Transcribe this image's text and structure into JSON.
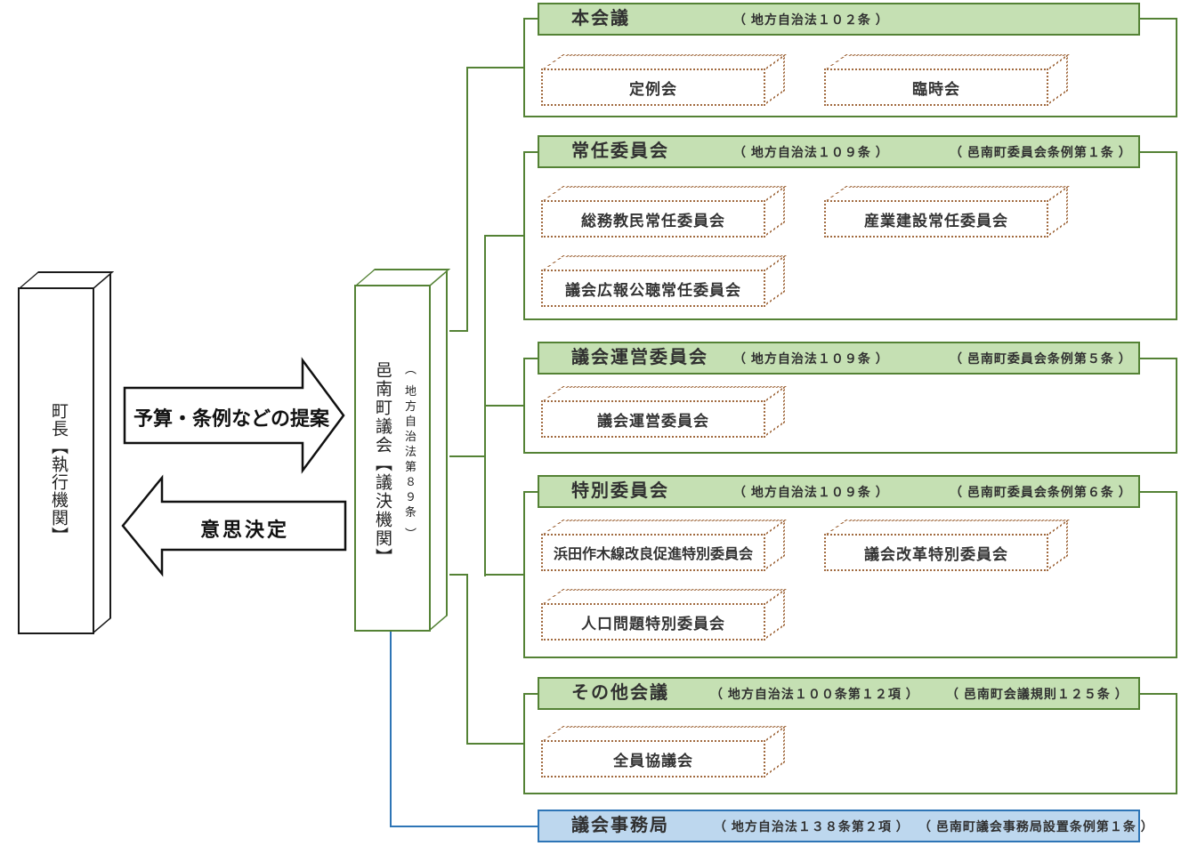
{
  "diagram": {
    "mayor_box": {
      "label": "町長【執行機関】"
    },
    "council_box": {
      "label": "邑南町議会【議決機関】",
      "law": "（ 地方自治法第８９条 ）"
    },
    "arrows": {
      "to_council": "予算・条例などの提案",
      "to_mayor": "意思決定"
    },
    "colors": {
      "green_border": "#548235",
      "green_fill": "#c5e0b3",
      "blue_border": "#2e75b6",
      "blue_fill": "#bdd7ee",
      "dotted_box_border": "#a16a3f"
    },
    "sections": [
      {
        "title": "本会議",
        "ref1": "（ 地方自治法１０２条 ）",
        "ref2": "",
        "boxes": [
          "定例会",
          "臨時会"
        ]
      },
      {
        "title": "常任委員会",
        "ref1": "（ 地方自治法１０９条 ）",
        "ref2": "（ 邑南町委員会条例第１条 ）",
        "boxes": [
          "総務教民常任委員会",
          "産業建設常任委員会",
          "議会広報公聴常任委員会"
        ]
      },
      {
        "title": "議会運営委員会",
        "ref1": "（ 地方自治法１０９条 ）",
        "ref2": "（ 邑南町委員会条例第５条 ）",
        "boxes": [
          "議会運営委員会"
        ]
      },
      {
        "title": "特別委員会",
        "ref1": "（ 地方自治法１０９条 ）",
        "ref2": "（ 邑南町委員会条例第６条 ）",
        "boxes": [
          "浜田作木線改良促進特別委員会",
          "議会改革特別委員会",
          "人口問題特別委員会"
        ]
      },
      {
        "title": "その他会議",
        "ref1": "（ 地方自治法１００条第１２項 ）",
        "ref2": "（ 邑南町会議規則１２５条 ）",
        "boxes": [
          "全員協議会"
        ]
      },
      {
        "title": "議会事務局",
        "ref1": "（ 地方自治法１３８条第２項 ）",
        "ref2": "（ 邑南町議会事務局設置条例第１条 ）",
        "boxes": []
      }
    ]
  }
}
